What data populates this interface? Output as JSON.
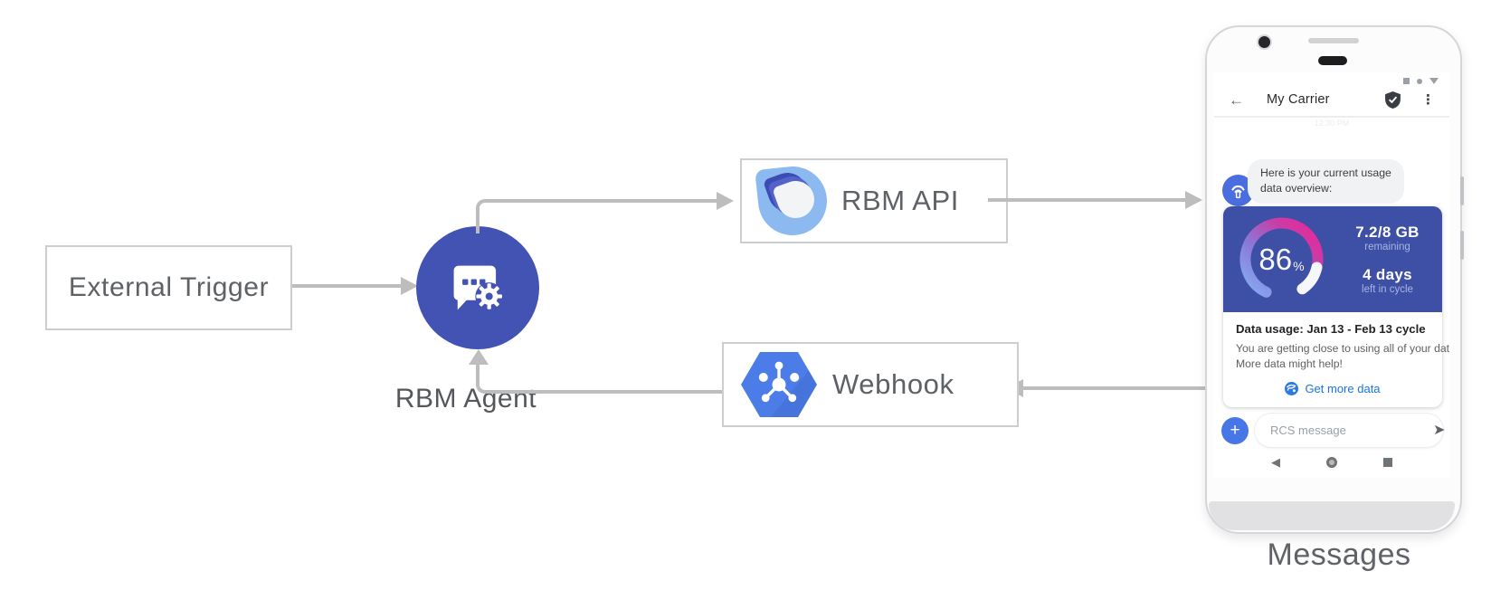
{
  "diagram": {
    "nodes": {
      "external_trigger": "External Trigger",
      "rbm_agent": "RBM Agent",
      "rbm_api": "RBM API",
      "webhook": "Webhook"
    },
    "phone_caption": "Messages"
  },
  "phone": {
    "faint_timestamp": "12:30 PM",
    "header": {
      "back_glyph": "←",
      "title": "My Carrier",
      "kebab_glyph": "⋮"
    },
    "chat": {
      "bubble_line1": "Here is your current usage",
      "bubble_line2": "data overview:",
      "card": {
        "percent_value": "86",
        "percent_sign": "%",
        "usage_value": "7.2/8 GB",
        "usage_caption": "remaining",
        "days_value": "4 days",
        "days_caption": "left in cycle",
        "title": "Data usage: Jan 13 - Feb 13 cycle",
        "body_line1": "You are getting close to using all of your data.",
        "body_line2": "More data might help!",
        "action_label": "Get more data"
      }
    },
    "composer": {
      "plus_glyph": "+",
      "placeholder": "RCS message",
      "send_glyph": "➤"
    },
    "navbar": {
      "back_glyph": "◀"
    }
  },
  "colors": {
    "agent_indigo": "#4353b3",
    "card_indigo": "#3e4fa6",
    "avatar_blue": "#4a6de0",
    "plus_blue": "#4776e6",
    "link_blue": "#1a73e8",
    "webhook_blue": "#4b7ce8",
    "api_logo_light_blue": "#8cbaf0",
    "arrow_gray": "#bdbdbd",
    "gauge_gradient_start": "#86aef2",
    "gauge_gradient_mid": "#8a78d8",
    "gauge_gradient_end": "#ef2397"
  }
}
